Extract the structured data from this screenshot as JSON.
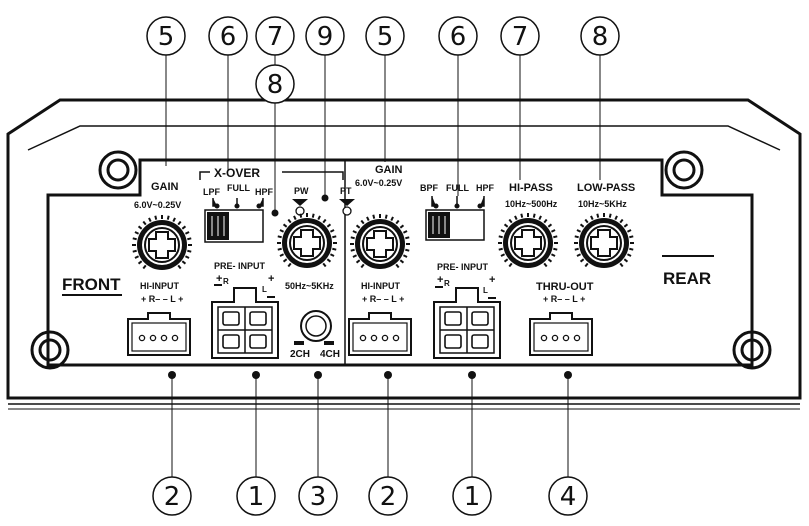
{
  "callouts": {
    "top": [
      "5",
      "6",
      "7",
      "9",
      "5",
      "6",
      "7",
      "8"
    ],
    "second_row": "8",
    "bottom": [
      "2",
      "1",
      "3",
      "2",
      "1",
      "4"
    ]
  },
  "panel": {
    "front_label": "FRONT",
    "rear_label": "REAR",
    "xover_label": "X-OVER"
  },
  "front": {
    "gain_label": "GAIN",
    "gain_range": "6.0V~0.25V",
    "lpf": "LPF",
    "full": "FULL",
    "hpf": "HPF",
    "pw": "PW",
    "pt": "PT",
    "freq": "50Hz~5KHz",
    "hi_input": "HI-INPUT",
    "hi_input_pins": "+ R–   – L +",
    "pre_input": "PRE- INPUT",
    "pre_r": "R",
    "pre_l": "L",
    "ch2": "2CH",
    "ch4": "4CH"
  },
  "rear": {
    "gain_label": "GAIN",
    "gain_range": "6.0V~0.25V",
    "bpf": "BPF",
    "full": "FULL",
    "hpf": "HPF",
    "hi_pass": "HI-PASS",
    "hi_pass_range": "10Hz~500Hz",
    "low_pass": "LOW-PASS",
    "low_pass_range": "10Hz~5KHz",
    "hi_input": "HI-INPUT",
    "hi_input_pins": "+ R–   – L +",
    "pre_input": "PRE- INPUT",
    "pre_r": "R",
    "pre_l": "L",
    "thru_out": "THRU-OUT",
    "thru_out_pins": "+ R–   – L +"
  }
}
